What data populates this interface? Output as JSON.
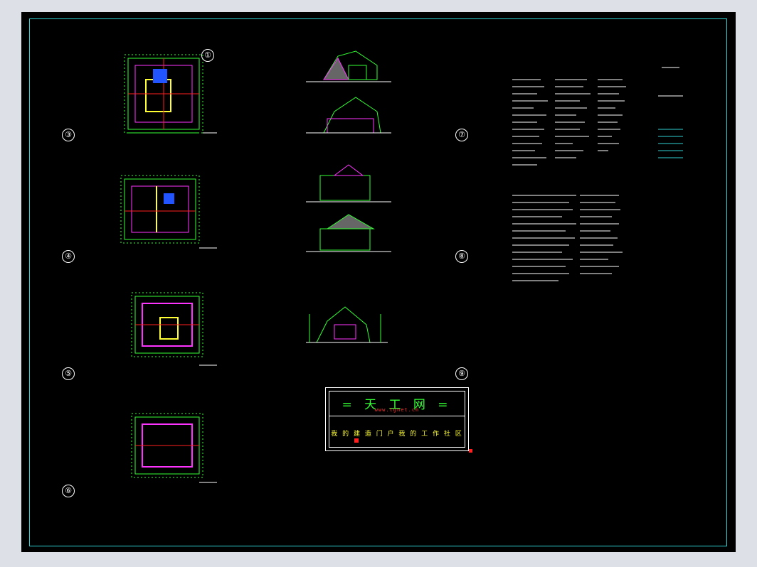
{
  "drawing_numbers": [
    "①",
    "③",
    "④",
    "⑤",
    "⑥",
    "⑦",
    "⑧",
    "⑨"
  ],
  "title_block": {
    "title": "= 天 工 网 =",
    "url": "www.tgnet.cn",
    "slogan": "我 的 建 造 门 户  我 的 工 作 社 区"
  },
  "colors": {
    "background": "#000000",
    "sheet_border": "#2fd3d3",
    "title_green": "#33ff33",
    "slogan_yellow": "#ffff33",
    "accent_red": "#ff2020"
  }
}
